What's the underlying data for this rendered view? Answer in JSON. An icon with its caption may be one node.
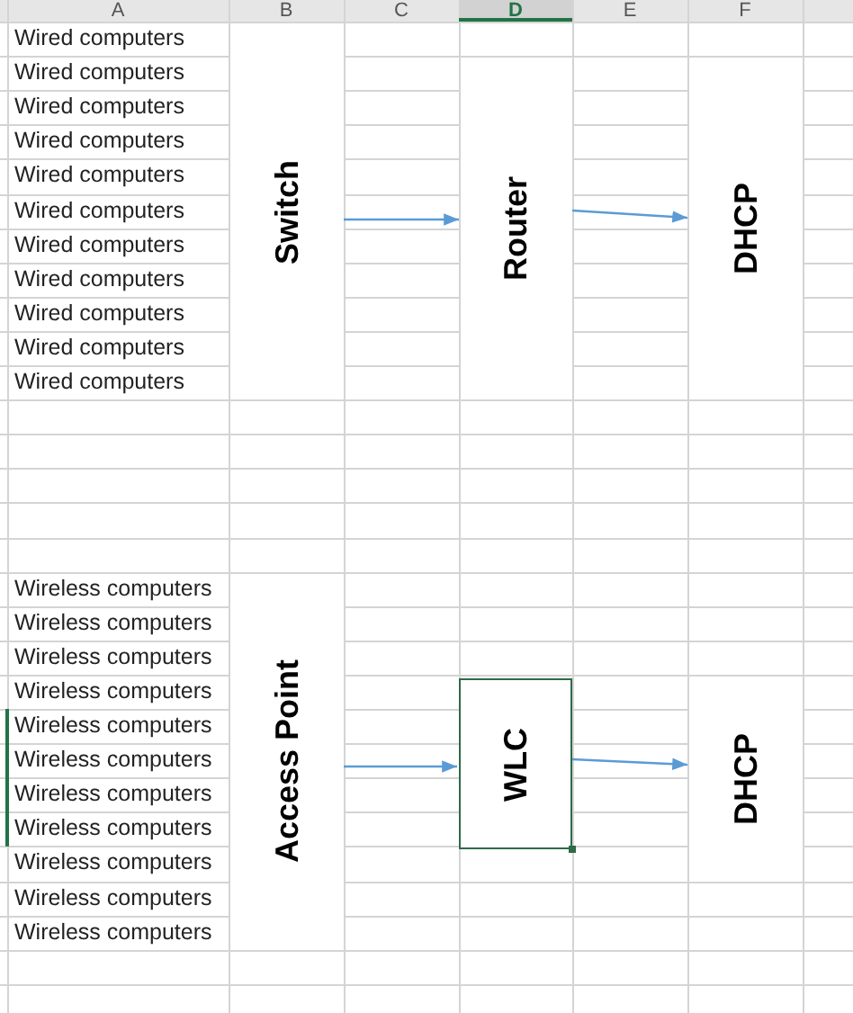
{
  "diagram": {
    "nodes": [
      {
        "text": [
          "Switch"
        ]
      },
      {
        "text": [
          "Router"
        ]
      },
      {
        "text": [
          "DHCP"
        ]
      },
      {
        "text": [
          "Access Point"
        ]
      },
      {
        "text": [
          "WLC"
        ]
      },
      {
        "text": [
          "DHCP"
        ]
      }
    ],
    "edges": [
      {
        "from": 0,
        "to": 1,
        "arrow": "to"
      },
      {
        "from": 1,
        "to": 2,
        "arrow": "to"
      },
      {
        "from": 3,
        "to": 4,
        "arrow": "to"
      },
      {
        "from": 4,
        "to": 5,
        "arrow": "to"
      }
    ],
    "labels": [
      "A",
      "B",
      "C",
      "D",
      "E",
      "F",
      "Wired computers",
      "Wired computers",
      "Wired computers",
      "Wired computers",
      "Wired computers",
      "Wired computers",
      "Wired computers",
      "Wired computers",
      "Wired computers",
      "Wired computers",
      "Wired computers",
      "Wireless computers",
      "Wireless computers",
      "Wireless computers",
      "Wireless computers",
      "Wireless computers",
      "Wireless computers",
      "Wireless computers",
      "Wireless computers",
      "Wireless computers",
      "Wireless computers",
      "Wireless computers"
    ]
  }
}
